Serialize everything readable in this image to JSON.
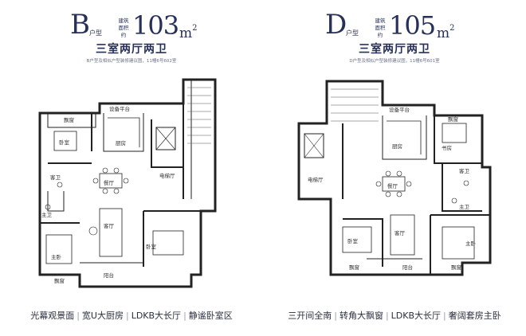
{
  "b": {
    "letter": "B",
    "type_label": "户型",
    "area_label_1": "建筑",
    "area_label_2": "面积约",
    "area_value": "103",
    "area_unit": "m",
    "area_unit_sup": "2",
    "rooms": "三室两厅两卫",
    "note": "B户型及相似户型装修建议图，11幢6号602室",
    "features": [
      "光幕观景面",
      "宽U大厨房",
      "LDKB大长厅",
      "静谧卧室区"
    ],
    "room_labels": {
      "equip": "设备平台",
      "bay1": "飘窗",
      "bedroom1": "卧室",
      "kitchen": "厨房",
      "elevator_hall": "电梯厅",
      "dining": "餐厅",
      "guest_bath": "客卫",
      "master_bath": "主卫",
      "living": "客厅",
      "master_bedroom": "主卧",
      "bedroom2": "卧室",
      "bay2": "飘窗",
      "balcony": "阳台"
    }
  },
  "d": {
    "letter": "D",
    "type_label": "户型",
    "area_label_1": "建筑",
    "area_label_2": "面积约",
    "area_value": "105",
    "area_unit": "m",
    "area_unit_sup": "2",
    "rooms": "三室两厅两卫",
    "note": "D户型及相似户型装修建议图，11幢6号601室",
    "features": [
      "三开间全南",
      "转角大飘窗",
      "LDKB大长厅",
      "奢阔套房主卧"
    ],
    "room_labels": {
      "equip": "设备平台",
      "bay1": "飘窗",
      "study": "书房",
      "kitchen": "厨房",
      "elevator_hall": "电梯厅",
      "dining": "餐厅",
      "guest_bath": "客卫",
      "master_bath": "主卫",
      "living": "客厅",
      "bedroom": "卧室",
      "master_bedroom": "主卧",
      "bay2": "飘窗",
      "bay3": "飘窗",
      "balcony": "阳台"
    }
  }
}
